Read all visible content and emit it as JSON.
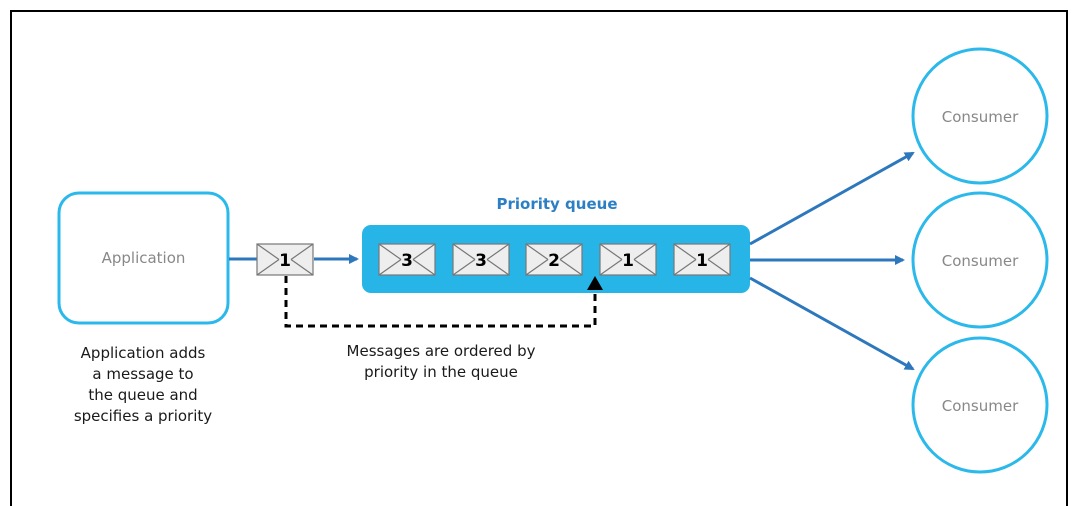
{
  "application": {
    "label": "Application",
    "caption_lines": [
      "Application adds",
      "a message to",
      "the queue and",
      "specifies a priority"
    ]
  },
  "incoming_message": {
    "priority": "1"
  },
  "queue": {
    "title": "Priority queue",
    "messages": [
      {
        "priority": "3"
      },
      {
        "priority": "3"
      },
      {
        "priority": "2"
      },
      {
        "priority": "1"
      },
      {
        "priority": "1"
      }
    ]
  },
  "ordering_note": {
    "lines": [
      "Messages are ordered by",
      "priority in the queue"
    ]
  },
  "consumers": [
    {
      "label": "Consumer"
    },
    {
      "label": "Consumer"
    },
    {
      "label": "Consumer"
    }
  ],
  "colors": {
    "frame": "#000000",
    "node_border": "#2bb8ea",
    "queue_fill": "#27b4e6",
    "arrow": "#2d77bd",
    "queue_title": "#2b7fc4",
    "envelope_fill": "#eeeeee",
    "envelope_stroke": "#777777",
    "dashed_line": "#000000"
  }
}
